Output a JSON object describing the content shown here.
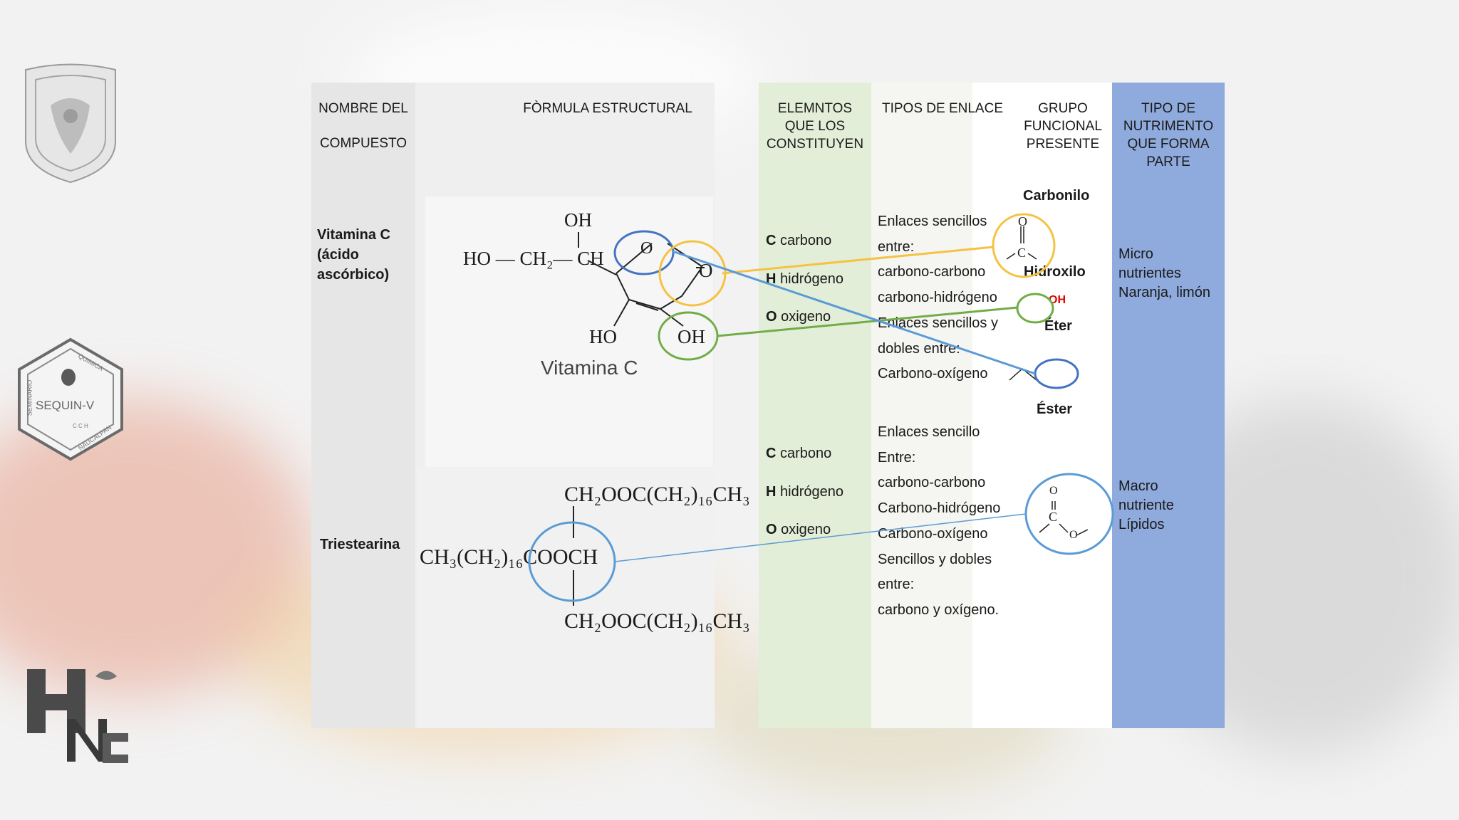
{
  "headers": {
    "col1_line1": "NOMBRE DEL",
    "col1_line2": "COMPUESTO",
    "col2": "FÒRMULA ESTRUCTURAL",
    "col3": [
      "ELEMNTOS",
      "QUE LOS",
      "CONSTITUYEN"
    ],
    "col4": "TIPOS DE ENLACE",
    "col5": [
      "GRUPO",
      "FUNCIONAL",
      "PRESENTE"
    ],
    "col6": [
      "TIPO DE",
      "NUTRIMENTO",
      "QUE FORMA",
      "PARTE"
    ]
  },
  "rows": [
    {
      "name": [
        "Vitamina C",
        "(ácido",
        "ascórbico)"
      ],
      "formula": {
        "oh_top": "OH",
        "chain": "HO — CH₂— CH",
        "ring_o": "O",
        "keto_o": "O",
        "ho_bottom": "HO",
        "oh_bottom": "OH",
        "caption": "Vitamina C"
      },
      "elements": [
        {
          "symbol": "C",
          "name": " carbono"
        },
        {
          "symbol": "H",
          "name": " hidrógeno"
        },
        {
          "symbol": "O",
          "name": " oxigeno"
        }
      ],
      "bonds": [
        "Enlaces sencillos",
        "entre:",
        "carbono-carbono",
        "carbono-hidrógeno",
        "Enlaces sencillos y",
        "dobles  entre:",
        "Carbono-oxígeno"
      ],
      "groups": {
        "carbonilo": "Carbonilo",
        "hidroxilo": "Hidroxilo",
        "oh": "OH",
        "eter": "Éter",
        "ester": "Éster"
      },
      "nutrient": [
        "Micro",
        "nutrientes",
        "Naranja, limón"
      ]
    },
    {
      "name": [
        "Triestearina"
      ],
      "formula": {
        "top": "CH₂OOC(CH₂)₁₆CH₃",
        "middle": "CH₃(CH₂)₁₆COOCH",
        "bottom": "CH₂OOC(CH₂)₁₆CH₃"
      },
      "elements": [
        {
          "symbol": "C",
          "name": " carbono"
        },
        {
          "symbol": "H",
          "name": " hidrógeno"
        },
        {
          "symbol": "O",
          "name": " oxigeno"
        }
      ],
      "bonds": [
        "Enlaces sencillo",
        "Entre:",
        "carbono-carbono",
        "Carbono-hidrógeno",
        "Carbono-oxígeno",
        "Sencillos y dobles",
        "entre:",
        "carbono y oxígeno."
      ],
      "nutrient": [
        "Macro",
        "nutriente",
        "Lípidos"
      ]
    }
  ],
  "atoms": {
    "o": "O",
    "c": "C"
  },
  "logos": {
    "sequin": "SEQUIN-V",
    "quimica": "QUIMICA",
    "seminario": "SEMINARIO",
    "ccm": "C C H",
    "naucalpan": "NAUCALPAN"
  },
  "colors": {
    "col_name": "#e6e6e6",
    "col_formula": "#efefef",
    "col_elements": "#e3eed8",
    "col_bonds": "#f5f5f2",
    "col_group": "#ffffff",
    "col_nutrient": "#8faadc",
    "yellow": "#f5c242",
    "green": "#70ad47",
    "blue": "#4472c4",
    "lightblue": "#5b9bd5",
    "red": "#e00000"
  }
}
